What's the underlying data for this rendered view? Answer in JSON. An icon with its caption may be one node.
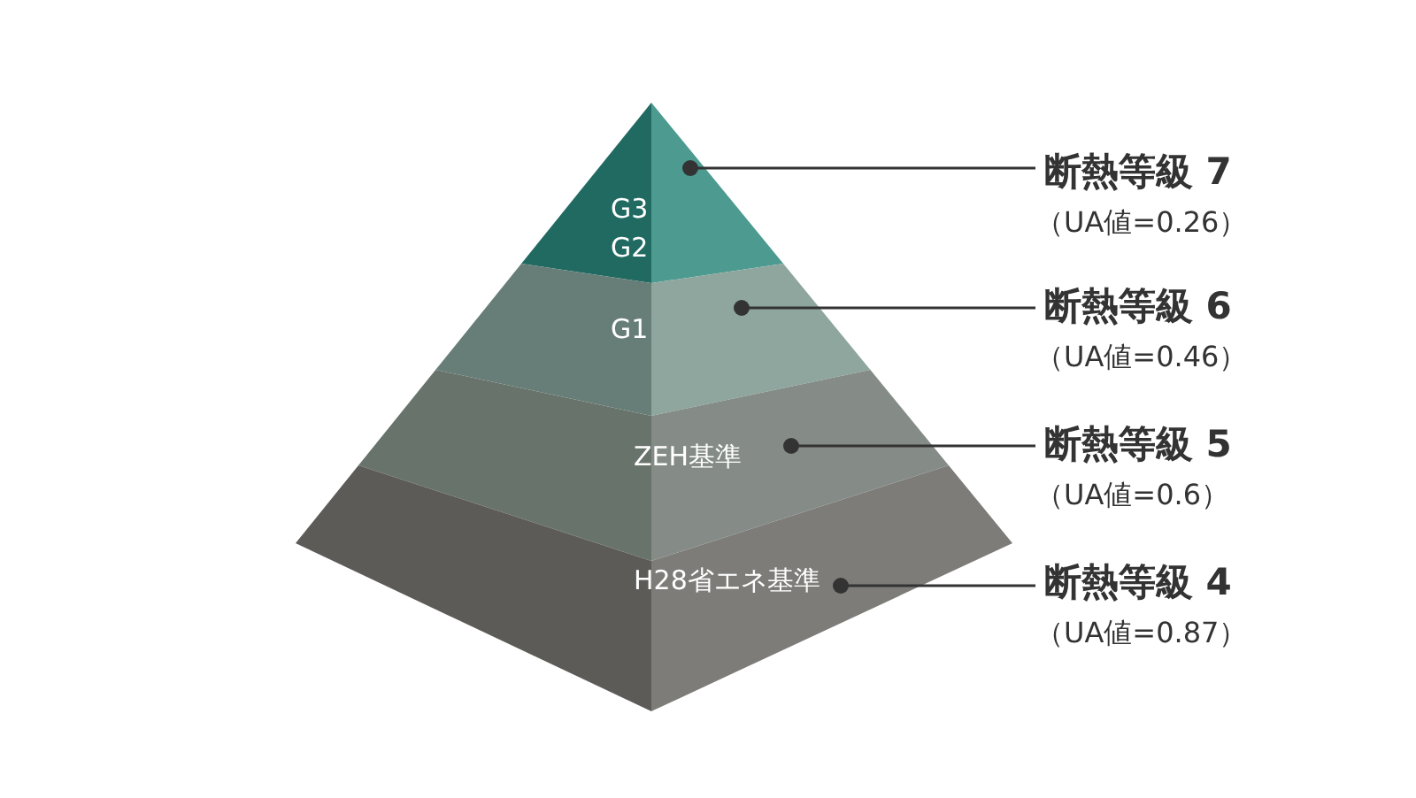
{
  "diagram": {
    "nodes": [
      {
        "text": [
          "G3",
          "G2"
        ]
      },
      {
        "text": [
          "G1"
        ]
      },
      {
        "text": [
          "ZEH基準"
        ]
      },
      {
        "text": [
          "H28省エネ基準"
        ]
      },
      {
        "text": [
          "断熱等級 7",
          "（UA値=0.26）"
        ]
      },
      {
        "text": [
          "断熱等級 6",
          "（UA値=0.46）"
        ]
      },
      {
        "text": [
          "断熱等級 5",
          "（UA値=0.6）"
        ]
      },
      {
        "text": [
          "断熱等級 4",
          "（UA値=0.87）"
        ]
      }
    ],
    "edges": [
      {
        "from": 4,
        "to": 0,
        "arrow": "other"
      },
      {
        "from": 5,
        "to": 1,
        "arrow": "other"
      },
      {
        "from": 6,
        "to": 2,
        "arrow": "other"
      },
      {
        "from": 7,
        "to": 3,
        "arrow": "other"
      }
    ]
  }
}
